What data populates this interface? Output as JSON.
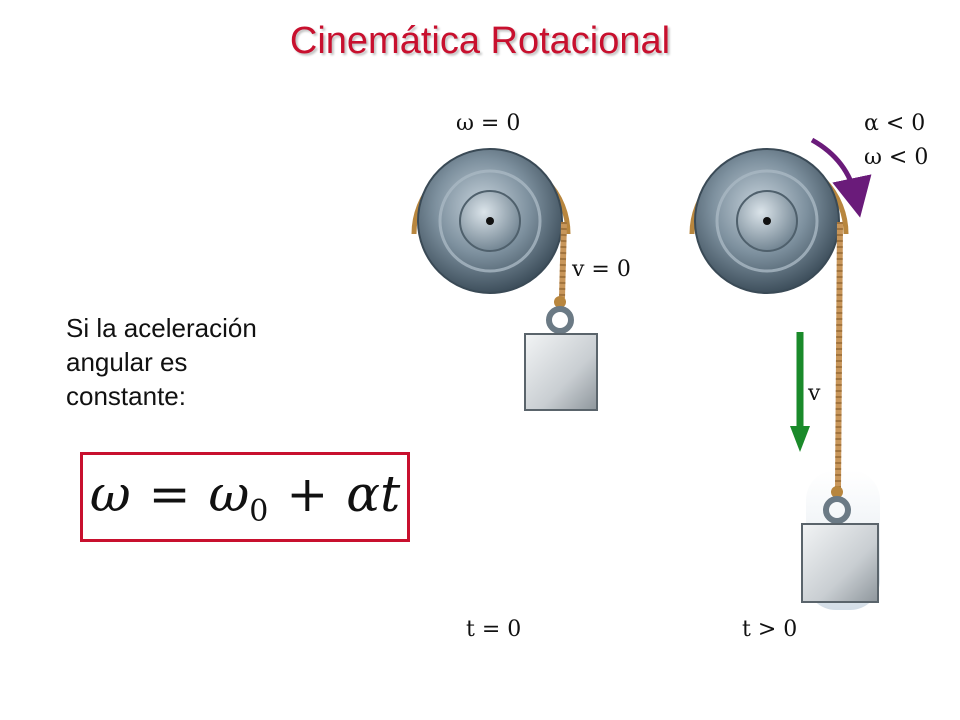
{
  "title": "Cinemática Rotacional",
  "intro": {
    "line1": "Si la aceleración",
    "line2": "angular es",
    "line3": "constante:"
  },
  "formula": {
    "omega": "ω",
    "equals": "=",
    "omega0": "ω",
    "subscript": "0",
    "plus": "+",
    "alpha": "α",
    "t": "t"
  },
  "left_pulley": {
    "omega_label": "ω = 0",
    "velocity_label": "v = 0",
    "time_label": "t = 0"
  },
  "right_pulley": {
    "alpha_label": "α < 0",
    "omega_label": "ω < 0",
    "velocity_label": "v",
    "time_label": "t > 0"
  },
  "colors": {
    "title": "#c8102e",
    "box_border": "#c8102e",
    "rotation_arrow": "#6a1b7a",
    "velocity_arrow": "#1a8a2a",
    "rope": "#c8965a",
    "pulley": "#5a7080"
  }
}
